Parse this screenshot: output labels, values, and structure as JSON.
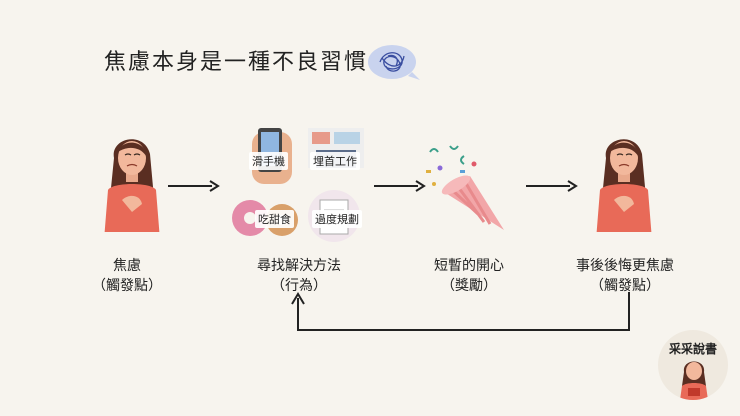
{
  "title": "焦慮本身是一種不良習慣",
  "stages": [
    {
      "label": "焦慮",
      "sub": "（觸發點）"
    },
    {
      "label": "尋找解決方法",
      "sub": "（行為）"
    },
    {
      "label": "短暫的開心",
      "sub": "（獎勵）"
    },
    {
      "label": "事後後悔更焦慮",
      "sub": "（觸發點）"
    }
  ],
  "behaviors": [
    "滑手機",
    "埋首工作",
    "吃甜食",
    "過度規劃"
  ],
  "badge": "采采說書",
  "icons": {
    "tangle": "tangled-thought-icon",
    "person": "anxious-woman-icon",
    "party": "party-popper-icon"
  }
}
